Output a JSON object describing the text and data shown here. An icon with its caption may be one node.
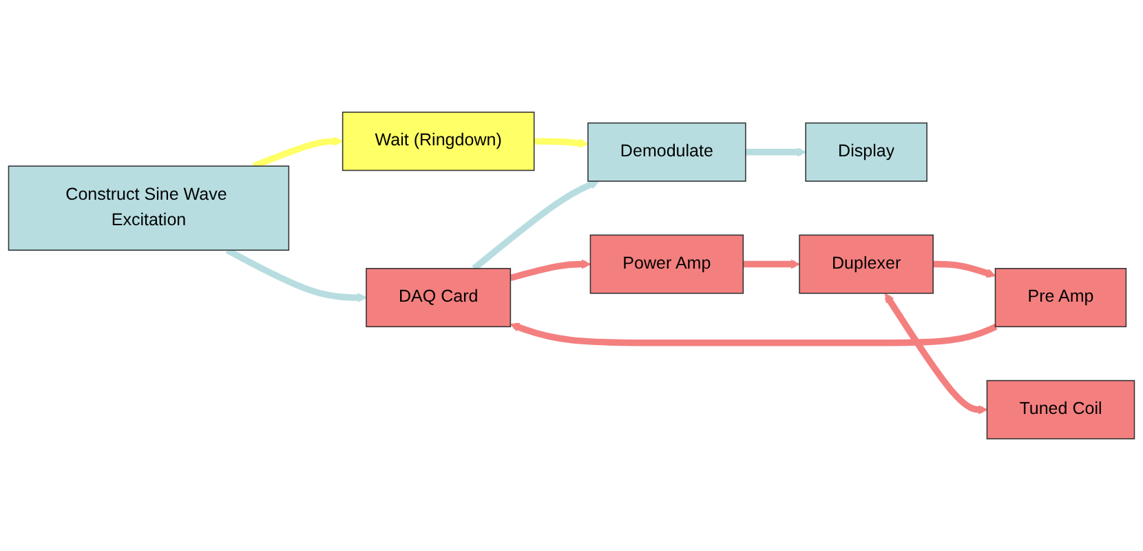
{
  "diagram": {
    "nodes": [
      {
        "text": [
          "Construct Sine Wave Excitation"
        ]
      },
      {
        "text": [
          "Wait (Ringdown)"
        ]
      },
      {
        "text": [
          "Demodulate"
        ]
      },
      {
        "text": [
          "Display"
        ]
      },
      {
        "text": [
          "Power Amp"
        ]
      },
      {
        "text": [
          "DAQ Card"
        ]
      },
      {
        "text": [
          "Pre Amp"
        ]
      },
      {
        "text": [
          "Duplexer"
        ]
      },
      {
        "text": [
          "Tuned Coil"
        ]
      }
    ],
    "edges": [
      {
        "from": 0,
        "to": 1,
        "arrow": "to",
        "color": "#ffff66"
      },
      {
        "from": 1,
        "to": 2,
        "arrow": "to",
        "color": "#ffff66"
      },
      {
        "from": 2,
        "to": 3,
        "arrow": "to",
        "color": "#b7dde0"
      },
      {
        "from": 0,
        "to": 5,
        "arrow": "to",
        "color": "#b7dde0"
      },
      {
        "from": 5,
        "to": 2,
        "arrow": "to",
        "color": "#b7dde0"
      },
      {
        "from": 5,
        "to": 4,
        "arrow": "to"
      },
      {
        "from": 4,
        "to": 7,
        "arrow": "to"
      },
      {
        "from": 7,
        "to": 6,
        "arrow": "to"
      },
      {
        "from": 6,
        "to": 5,
        "arrow": "to"
      },
      {
        "from": 7,
        "to": 8,
        "arrow": "both"
      }
    ]
  }
}
